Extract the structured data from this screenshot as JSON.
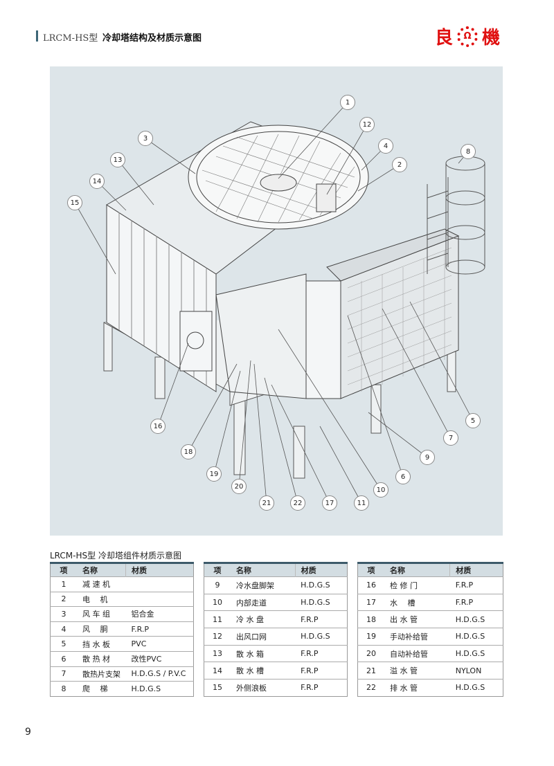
{
  "header": {
    "model": "LRCM-HS型",
    "title": "冷却塔结构及材质示意图",
    "logo_left": "良",
    "logo_mark": "Ω",
    "logo_right": "機"
  },
  "diagram": {
    "callouts": [
      "1",
      "12",
      "3",
      "4",
      "13",
      "2",
      "8",
      "14",
      "15",
      "5",
      "7",
      "16",
      "9",
      "18",
      "6",
      "19",
      "20",
      "10",
      "21",
      "22",
      "17",
      "11"
    ]
  },
  "table_title": "LRCM-HS型 冷却塔组件材质示意图",
  "columns": [
    "项",
    "名称",
    "材质"
  ],
  "tables": [
    [
      [
        "1",
        "减 速 机",
        ""
      ],
      [
        "2",
        "电　 机",
        ""
      ],
      [
        "3",
        "风 车 组",
        "铝合金"
      ],
      [
        "4",
        "风　 胴",
        "F.R.P"
      ],
      [
        "5",
        "挡 水 板",
        "PVC"
      ],
      [
        "6",
        "散 热 材",
        "改性PVC"
      ],
      [
        "7",
        "散热片支架",
        "H.D.G.S / P.V.C"
      ],
      [
        "8",
        "爬　 梯",
        "H.D.G.S"
      ]
    ],
    [
      [
        "9",
        "冷水盘脚架",
        "H.D.G.S"
      ],
      [
        "10",
        "内部走道",
        "H.D.G.S"
      ],
      [
        "11",
        "冷 水 盘",
        "F.R.P"
      ],
      [
        "12",
        "出风口网",
        "H.D.G.S"
      ],
      [
        "13",
        "散 水 箱",
        "F.R.P"
      ],
      [
        "14",
        "散 水 槽",
        "F.R.P"
      ],
      [
        "15",
        "外侧浪板",
        "F.R.P"
      ]
    ],
    [
      [
        "16",
        "检 修 门",
        "F.R.P"
      ],
      [
        "17",
        "水　 槽",
        "F.R.P"
      ],
      [
        "18",
        "出 水 管",
        "H.D.G.S"
      ],
      [
        "19",
        "手动补给管",
        "H.D.G.S"
      ],
      [
        "20",
        "自动补给管",
        "H.D.G.S"
      ],
      [
        "21",
        "溢 水 管",
        "NYLON"
      ],
      [
        "22",
        "排 水 管",
        "H.D.G.S"
      ]
    ]
  ],
  "page_number": "9"
}
